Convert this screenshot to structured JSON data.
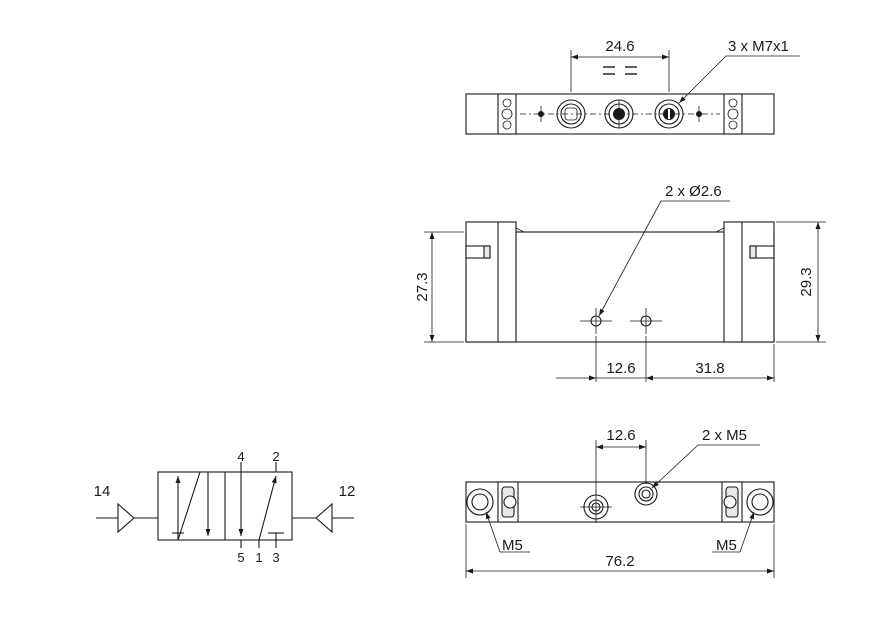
{
  "top_view": {
    "pitch_dim": "24.6",
    "thread_label": "3 x M7x1"
  },
  "front_view": {
    "hole_label": "2 x Ø2.6",
    "height_left": "27.3",
    "height_right": "29.3",
    "hole_spacing": "12.6",
    "hole_offset": "31.8"
  },
  "bottom_view": {
    "hole_spacing": "12.6",
    "thread_label": "2 x M5",
    "left_port": "M5",
    "right_port": "M5",
    "overall_length": "76.2"
  },
  "symbol": {
    "pilot_left": "14",
    "pilot_right": "12",
    "port_4": "4",
    "port_2": "2",
    "port_5": "5",
    "port_1": "1",
    "port_3": "3"
  }
}
